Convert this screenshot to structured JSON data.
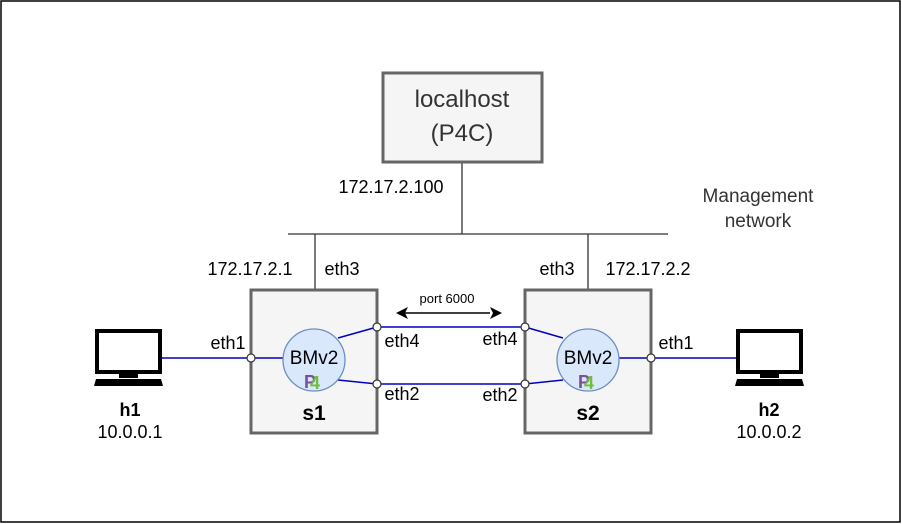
{
  "localhost": {
    "line1": "localhost",
    "line2": "(P4C)",
    "ip": "172.17.2.100"
  },
  "mgmt": {
    "line1": "Management",
    "line2": "network"
  },
  "s1": {
    "name": "s1",
    "ip": "172.17.2.1",
    "eth3": "eth3",
    "eth1": "eth1",
    "eth4": "eth4",
    "eth2": "eth2",
    "bmv2": "BMv2"
  },
  "s2": {
    "name": "s2",
    "ip": "172.17.2.2",
    "eth3": "eth3",
    "eth1": "eth1",
    "eth4": "eth4",
    "eth2": "eth2",
    "bmv2": "BMv2"
  },
  "port": "port 6000",
  "h1": {
    "name": "h1",
    "ip": "10.0.0.1"
  },
  "h2": {
    "name": "h2",
    "ip": "10.0.0.2"
  },
  "colors": {
    "link": "#0000c0",
    "box_border": "#666666",
    "box_fill": "#f5f5f5",
    "bmv2_fill": "#dae8fc",
    "bmv2_border": "#6c8ebf",
    "p4_purple": "#7a4fa0",
    "p4_green": "#6fbf3a"
  }
}
